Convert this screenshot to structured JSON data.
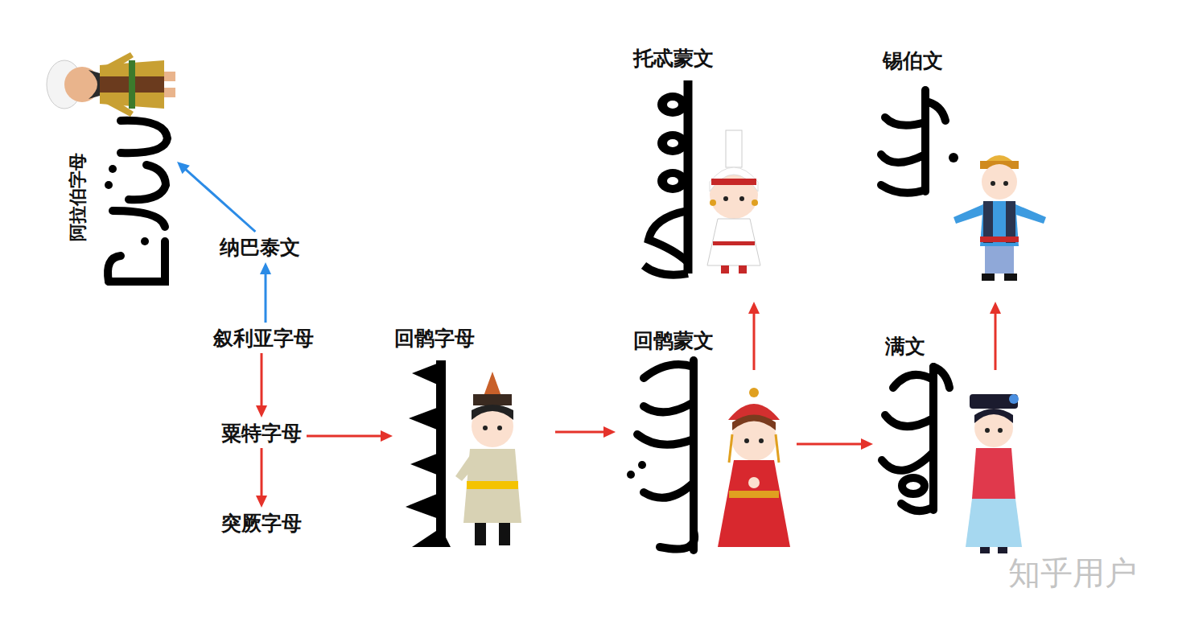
{
  "diagram": {
    "nodes": [
      {
        "text": [
          "阿拉伯字母"
        ]
      },
      {
        "text": [
          "托忒蒙文"
        ]
      },
      {
        "text": [
          "锡伯文"
        ]
      },
      {
        "text": [
          "纳巴泰文"
        ]
      },
      {
        "text": [
          "叙利亚字母"
        ]
      },
      {
        "text": [
          "回鹘字母"
        ]
      },
      {
        "text": [
          "回鹘蒙文"
        ]
      },
      {
        "text": [
          "满文"
        ]
      },
      {
        "text": [
          "粟特字母"
        ]
      },
      {
        "text": [
          "突厥字母"
        ]
      }
    ],
    "edges": [
      {
        "from": 3,
        "to": 0,
        "arrow": "to"
      },
      {
        "from": 4,
        "to": 3,
        "arrow": "to"
      },
      {
        "from": 4,
        "to": 8,
        "arrow": "to"
      },
      {
        "from": 8,
        "to": 9,
        "arrow": "to"
      },
      {
        "from": 8,
        "to": 5,
        "arrow": "to"
      },
      {
        "from": 5,
        "to": 6,
        "arrow": "to"
      },
      {
        "from": 6,
        "to": 1,
        "arrow": "to"
      },
      {
        "from": 6,
        "to": 7,
        "arrow": "to"
      },
      {
        "from": 7,
        "to": 2,
        "arrow": "to"
      }
    ],
    "labels": [
      "知乎用户"
    ]
  }
}
